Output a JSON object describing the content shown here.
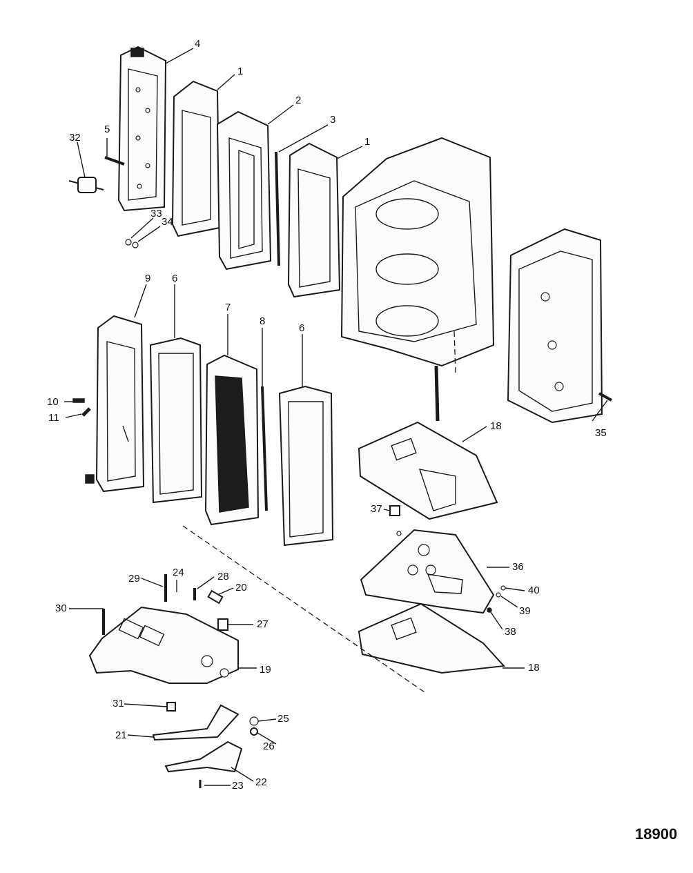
{
  "figure_number": "18900",
  "callouts": {
    "c1a": "1",
    "c1b": "1",
    "c2": "2",
    "c3": "3",
    "c4": "4",
    "c5": "5",
    "c6a": "6",
    "c6b": "6",
    "c7": "7",
    "c8": "8",
    "c9": "9",
    "c10": "10",
    "c11": "11",
    "c18a": "18",
    "c18b": "18",
    "c19": "19",
    "c20": "20",
    "c21": "21",
    "c22": "22",
    "c23": "23",
    "c24": "24",
    "c25": "25",
    "c26": "26",
    "c27": "27",
    "c28": "28",
    "c29": "29",
    "c30": "30",
    "c31": "31",
    "c32": "32",
    "c33": "33",
    "c34": "34",
    "c35": "35",
    "c36": "36",
    "c37": "37",
    "c38": "38",
    "c39": "39",
    "c40": "40"
  }
}
